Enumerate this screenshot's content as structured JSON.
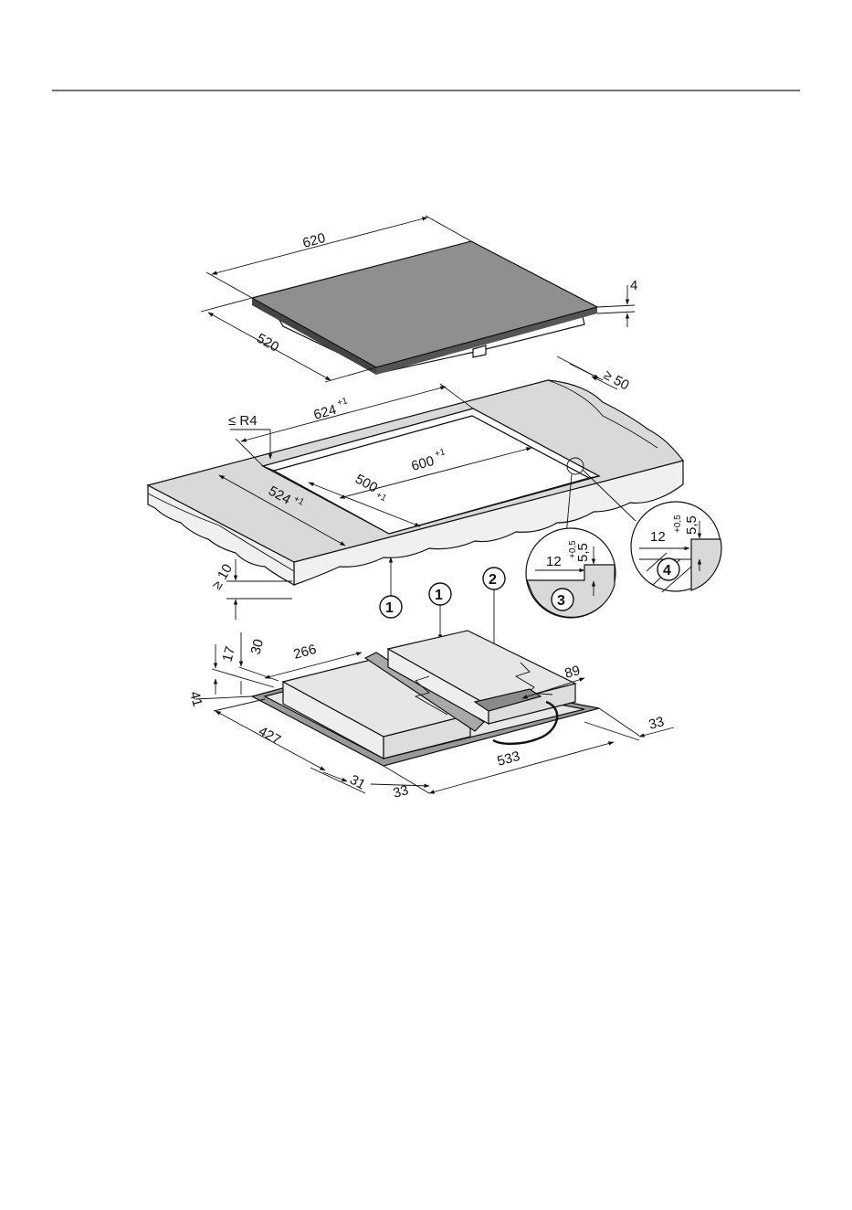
{
  "colors": {
    "hob_top": "#8f8f8f",
    "worktop": "#d9d9d9",
    "worktop_edge": "#eeeeee",
    "module": "#e6e6e6",
    "frame_strip": "#a9a9a9",
    "line": "#111111"
  },
  "hob": {
    "width": "620",
    "depth": "520",
    "thickness": "4"
  },
  "cutout": {
    "width": "624",
    "width_tol": "+1",
    "depth": "524",
    "depth_tol": "+1",
    "inner_width": "600",
    "inner_width_tol": "+1",
    "inner_depth": "500",
    "inner_depth_tol": "+1",
    "radius": "≤ R4",
    "rear_distance": "≥ 50",
    "worktop_thickness": "≥ 10"
  },
  "details": {
    "detail3": {
      "width": "12",
      "depth": "5,5",
      "tol": "+0,5",
      "callout": "3"
    },
    "detail4": {
      "width": "12",
      "depth": "5,5",
      "tol": "+0,5",
      "callout": "4"
    }
  },
  "underside": {
    "d266": "266",
    "d30": "30",
    "d17": "17",
    "d41": "41",
    "d427": "427",
    "d31": "31",
    "d33a": "33",
    "d533": "533",
    "d33b": "33",
    "d89": "89"
  },
  "callouts": {
    "c1a": "1",
    "c1b": "1",
    "c2": "2"
  }
}
